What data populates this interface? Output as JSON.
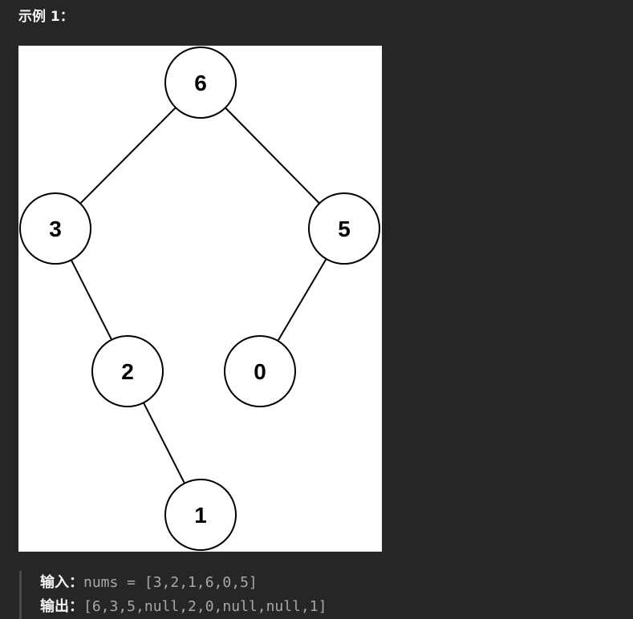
{
  "example": {
    "title": "示例 1：",
    "tree": {
      "nodes": [
        {
          "id": "n6",
          "label": "6"
        },
        {
          "id": "n3",
          "label": "3"
        },
        {
          "id": "n5",
          "label": "5"
        },
        {
          "id": "n2",
          "label": "2"
        },
        {
          "id": "n0",
          "label": "0"
        },
        {
          "id": "n1",
          "label": "1"
        }
      ],
      "edges": [
        [
          "n6",
          "n3"
        ],
        [
          "n6",
          "n5"
        ],
        [
          "n3",
          "n2"
        ],
        [
          "n5",
          "n0"
        ],
        [
          "n2",
          "n1"
        ]
      ]
    },
    "input_label": "输入：",
    "input_value": "nums = [3,2,1,6,0,5]",
    "output_label": "输出：",
    "output_value": "[6,3,5,null,2,0,null,null,1]"
  }
}
